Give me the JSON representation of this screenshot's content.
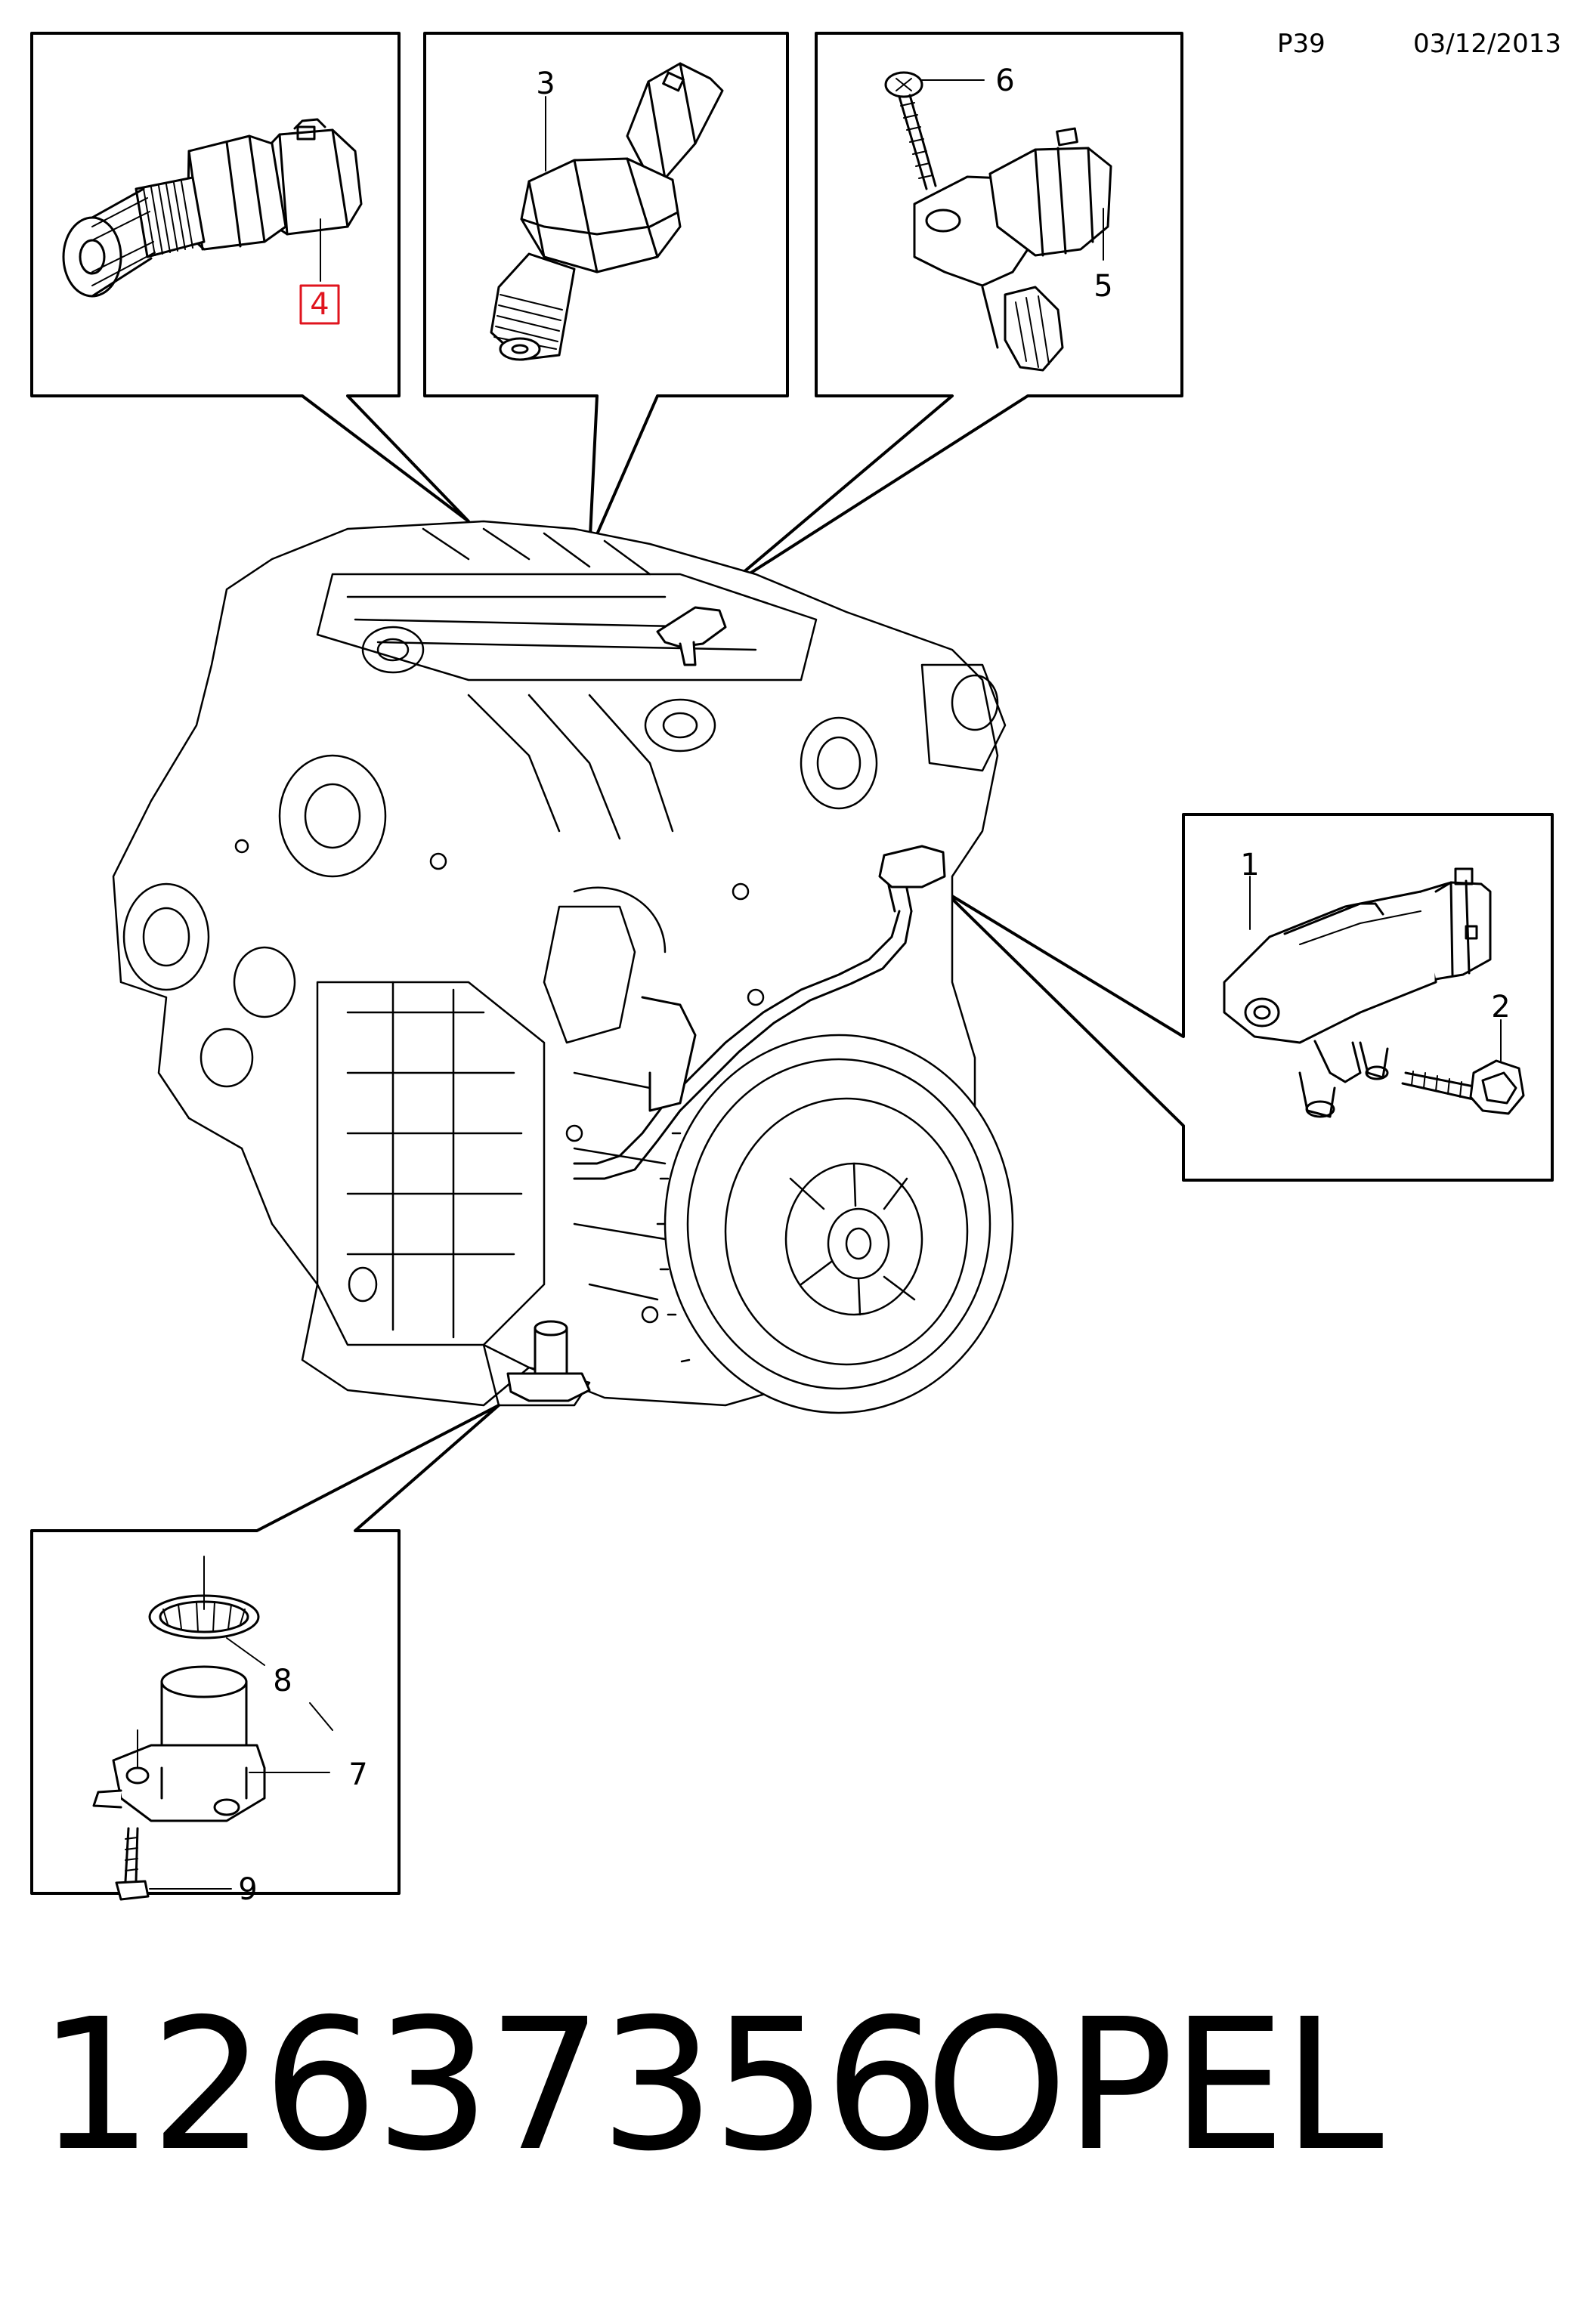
{
  "header": {
    "page": "P39",
    "date": "03/12/2013"
  },
  "callouts": {
    "c1": "1",
    "c2": "2",
    "c3": "3",
    "c4": "4",
    "c5": "5",
    "c6": "6",
    "c7": "7",
    "c8": "8",
    "c9": "9"
  },
  "highlight_color": "#e0141e",
  "footer": {
    "part_number": "12637356",
    "brand": "OPEL"
  }
}
